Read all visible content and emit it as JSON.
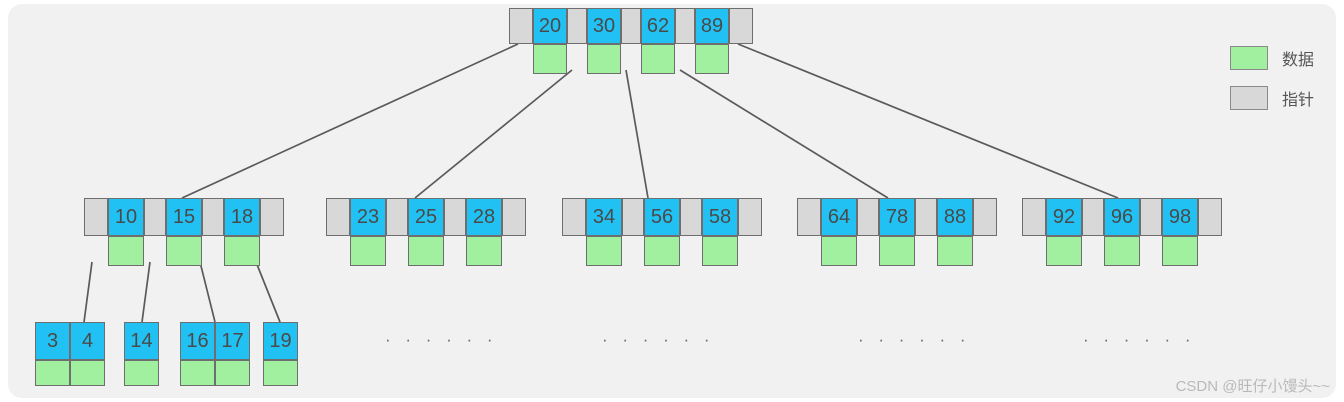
{
  "colors": {
    "canvas_bg": "#f1f1f1",
    "page_bg": "#ffffff",
    "key_cell": "#21c1f3",
    "pointer_cell": "#d8d8d8",
    "data_cell": "#a0f0a0",
    "border": "#6e6e6e",
    "edge_line": "#5a5a5a",
    "text": "#4a4a4a",
    "watermark": "#b9b9b9"
  },
  "legend": {
    "items": [
      {
        "label": "数据",
        "swatch": "#a0f0a0",
        "name": "data"
      },
      {
        "label": "指针",
        "swatch": "#d8d8d8",
        "name": "pointer"
      }
    ]
  },
  "watermark": {
    "text": "CSDN @旺仔小馒头~~"
  },
  "tree": {
    "root": {
      "keys": [
        "20",
        "30",
        "62",
        "89"
      ],
      "pointer_count": 5
    },
    "level2": [
      {
        "keys": [
          "10",
          "15",
          "18"
        ],
        "pointer_count": 4
      },
      {
        "keys": [
          "23",
          "25",
          "28"
        ],
        "pointer_count": 4
      },
      {
        "keys": [
          "34",
          "56",
          "58"
        ],
        "pointer_count": 4
      },
      {
        "keys": [
          "64",
          "78",
          "88"
        ],
        "pointer_count": 4
      },
      {
        "keys": [
          "92",
          "96",
          "98"
        ],
        "pointer_count": 4
      }
    ],
    "leaves": [
      {
        "keys": [
          "3",
          "4"
        ]
      },
      {
        "keys": [
          "14"
        ]
      },
      {
        "keys": [
          "16",
          "17"
        ]
      },
      {
        "keys": [
          "19"
        ]
      }
    ],
    "ellipses": [
      {
        "text": "· · · · · ·"
      },
      {
        "text": "· · · · · ·"
      },
      {
        "text": "· · · · · ·"
      },
      {
        "text": "· · · · · ·"
      }
    ]
  }
}
